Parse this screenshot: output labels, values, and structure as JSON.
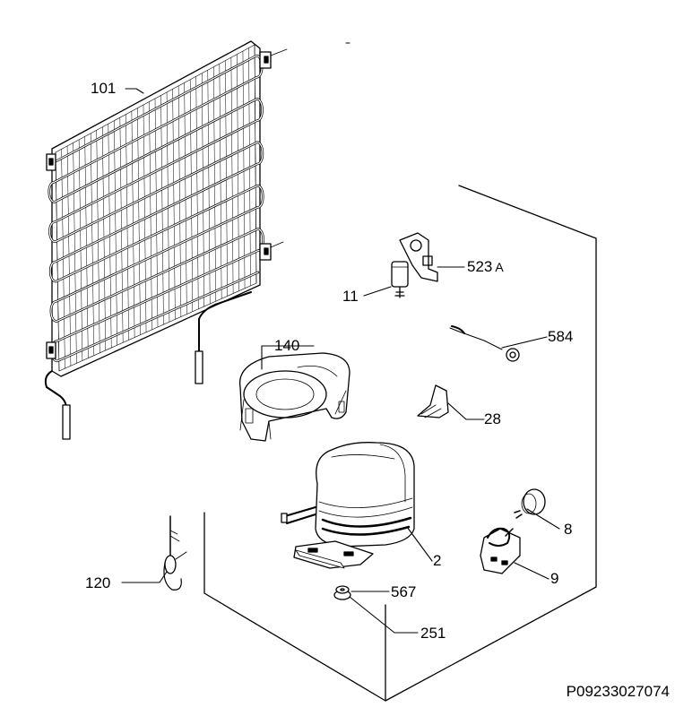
{
  "labels": {
    "p101": "101",
    "p140": "140",
    "p523a": "523",
    "p523a_suffix": "A",
    "p11": "11",
    "p584": "584",
    "p28": "28",
    "p2": "2",
    "p8": "8",
    "p9": "9",
    "p120": "120",
    "p567": "567",
    "p251": "251"
  },
  "drawing_code": "P09233027074",
  "colors": {
    "ink": "#000000",
    "background": "#ffffff"
  }
}
